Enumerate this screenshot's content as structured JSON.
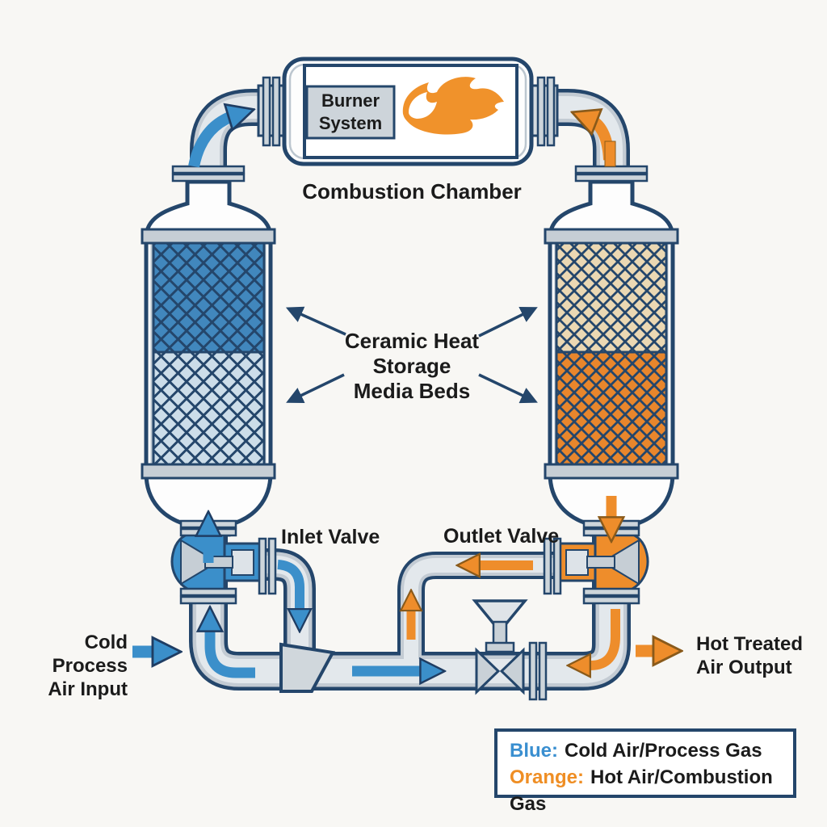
{
  "labels": {
    "combustion_chamber": "Combustion Chamber",
    "burner_line1": "Burner",
    "burner_line2": "System",
    "media_line1": "Ceramic Heat",
    "media_line2": "Storage",
    "media_line3": "Media Beds",
    "inlet_valve": "Inlet Valve",
    "outlet_valve": "Outlet Valve",
    "cold_input_line1": "Cold Process",
    "cold_input_line2": "Air Input",
    "hot_output_line1": "Hot Treated",
    "hot_output_line2": "Air Output"
  },
  "legend": {
    "blue_term": "Blue:",
    "blue_desc": "Cold Air/Process Gas",
    "orange_term": "Orange:",
    "orange_desc": "Hot Air/Combustion Gas"
  },
  "colors": {
    "outline_navy": "#24466b",
    "flow_blue": "#3b8fca",
    "flow_orange": "#ee8d2b",
    "pipe_inner_gray": "#e0e5ea",
    "pipe_mid_gray": "#c3cbd3",
    "media_dark_blue": "#4187bd",
    "media_light_blue": "#ccdde9",
    "media_tan": "#ebd8b3",
    "media_orange": "#e8862c",
    "band_gray": "#c6ced5",
    "burner_box_gray": "#cdd4da",
    "flame_orange": "#f0922b",
    "legend_blue_text": "#3a8fd0",
    "legend_orange_text": "#ef8e24"
  },
  "icons": {
    "flame": "flame-icon",
    "flow_arrows": "directional-flow-arrows",
    "pointer_arrows": "label-pointer-arrows"
  }
}
